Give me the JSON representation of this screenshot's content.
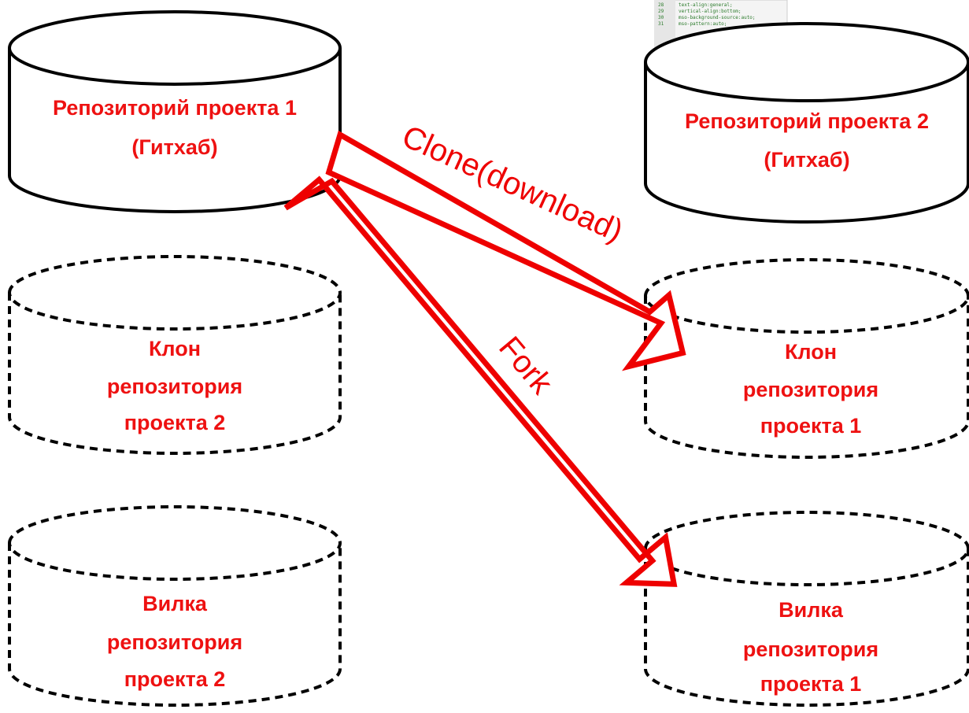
{
  "colors": {
    "label_text": "#ee1111",
    "arrow_stroke": "#ee0000",
    "outline": "#000000"
  },
  "repositories": [
    {
      "id": "repo1",
      "style": "solid",
      "lines": [
        "Репозиторий проекта 1",
        "(Гитхаб)"
      ]
    },
    {
      "id": "repo2",
      "style": "solid",
      "lines": [
        "Репозиторий проекта 2",
        "(Гитхаб)"
      ]
    },
    {
      "id": "clone-left",
      "style": "dashed",
      "lines": [
        "Клон",
        "репозитория",
        "проекта 2"
      ]
    },
    {
      "id": "clone-right",
      "style": "dashed",
      "lines": [
        "Клон",
        "репозитория",
        "проекта 1"
      ]
    },
    {
      "id": "fork-left",
      "style": "dashed",
      "lines": [
        "Вилка",
        "репозитория",
        "проекта 2"
      ]
    },
    {
      "id": "fork-right",
      "style": "dashed",
      "lines": [
        "Вилка",
        "репозитория",
        "проекта 1"
      ]
    }
  ],
  "arrows": [
    {
      "id": "clone-arrow",
      "from": "repo1",
      "to": "clone-right",
      "label": "Clone(download)"
    },
    {
      "id": "fork-arrow",
      "from": "repo1",
      "to": "fork-right",
      "label": "Fork"
    }
  ],
  "code_snippet": {
    "line_numbers": [
      "28",
      "29",
      "30",
      "31"
    ],
    "lines": [
      "text-align:general;",
      "vertical-align:bottom;",
      "mso-background-source:auto;",
      "mso-pattern:auto;"
    ]
  }
}
